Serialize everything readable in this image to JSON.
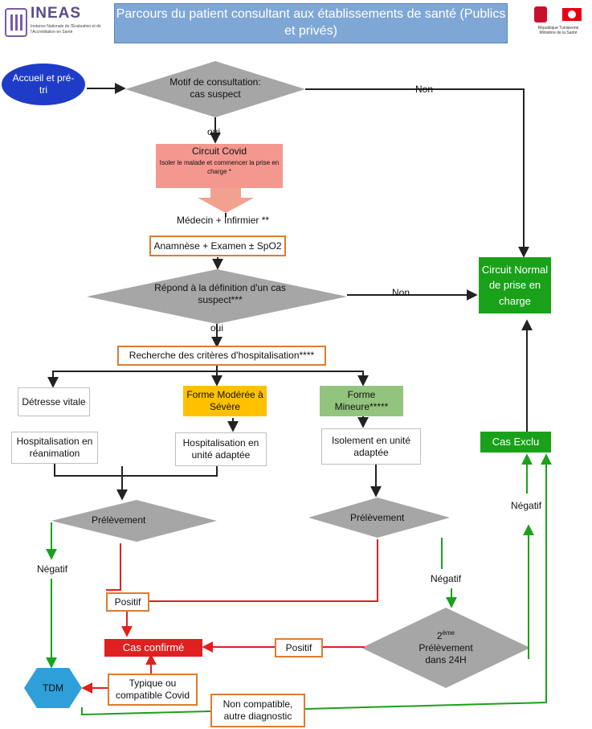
{
  "header": {
    "logo_text": "INEAS",
    "logo_subtitle": "Instance Nationale de l'Évaluation et de l'Accréditation en Santé",
    "title": "Parcours du patient consultant aux établissements de santé (Publics et privés)",
    "ministry_text": "République Tunisienne Ministère de la Santé"
  },
  "nodes": {
    "accueil": "Accueil et pré-tri",
    "motif": "Motif de consultation: cas suspect",
    "circuit_covid_title": "Circuit Covid",
    "circuit_covid_desc": "Isoler le malade et commencer la prise en charge *",
    "medecin": "Médecin + Infirmier **",
    "anamnese": "Anamnèse + Examen ± SpO2",
    "repond": "Répond à la définition d'un cas suspect***",
    "circuit_normal": "Circuit Normal de prise en charge",
    "recherche": "Recherche des critères d'hospitalisation****",
    "detresse": "Détresse vitale",
    "forme_moderee": "Forme Modérée à Sévère",
    "forme_mineure": "Forme Mineure*****",
    "hosp_rea": "Hospitalisation en réanimation",
    "hosp_unite": "Hospitalisation en unité adaptée",
    "isolement": "Isolement en unité adaptée",
    "cas_exclu": "Cas Exclu",
    "prelevement_left": "Prélèvement",
    "prelevement_right": "Prélèvement",
    "positif_top": "Positif",
    "cas_confirme": "Cas confirmé",
    "positif_mid": "Positif",
    "second_prelevement_num": "2",
    "second_prelevement_sup": "ème",
    "second_prelevement_rest": "Prélèvement dans 24H",
    "tdm": "TDM",
    "typique": "Typique ou compatible Covid",
    "non_compatible": "Non compatible, autre diagnostic"
  },
  "labels": {
    "non_1": "Non",
    "oui_1": "oui",
    "non_2": "Non",
    "oui_2": "oui",
    "negatif_right_top": "Négatif",
    "negatif_left": "Négatif",
    "negatif_right": "Négatif"
  },
  "colors": {
    "title_bg": "#7fa7d6",
    "accueil_blue": "#1f3cc8",
    "diamond_gray": "#a6a6a6",
    "covid_salmon": "#f4978e",
    "covid_arrow": "#f2a08f",
    "green": "#1aa11a",
    "orange_border": "#e07b2e",
    "yellow": "#ffc000",
    "light_green": "#93c47d",
    "red": "#e02020",
    "tdm_blue": "#2e9fd9"
  }
}
